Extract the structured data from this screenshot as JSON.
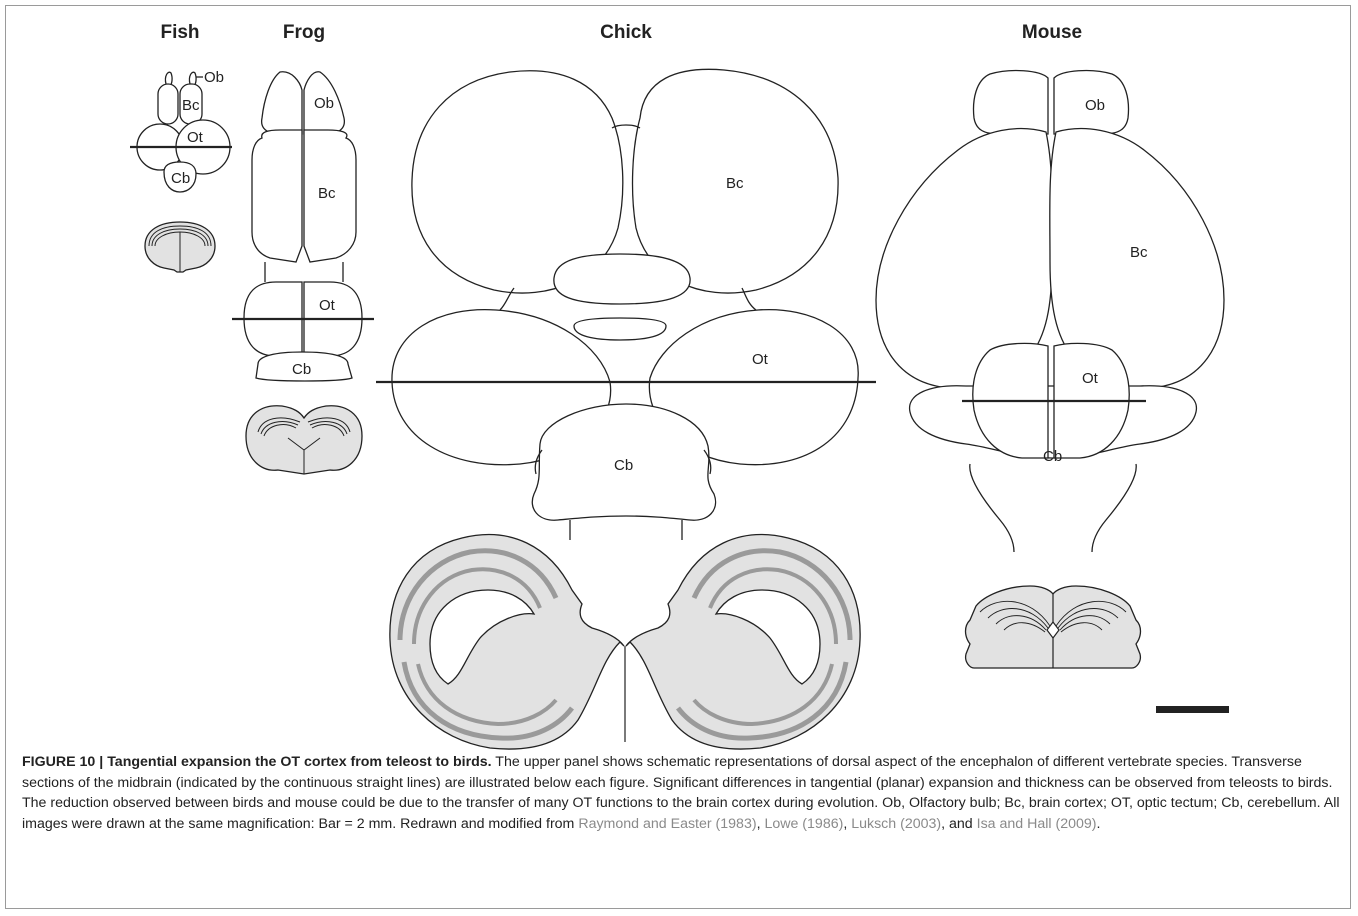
{
  "species": {
    "fish": "Fish",
    "frog": "Frog",
    "chick": "Chick",
    "mouse": "Mouse"
  },
  "labels": {
    "ob": "Ob",
    "bc": "Bc",
    "ot": "Ot",
    "cb": "Cb"
  },
  "caption": {
    "figure_label": "FIGURE 10 | ",
    "title": "Tangential expansion the OT cortex from teleost to birds.",
    "body": " The upper panel shows schematic representations of dorsal aspect of the encephalon of different vertebrate species. Transverse sections of the midbrain (indicated by the continuous straight lines) are illustrated below each figure. Significant differences in tangential (planar) expansion and thickness can be observed from teleosts to birds. The reduction observed between birds and mouse could be due to the transfer of many OT functions to the brain cortex during evolution. Ob, Olfactory bulb; Bc, brain cortex; OT, optic tectum; Cb, cerebellum. All images were drawn at the same magnification: Bar = 2 mm. Redrawn and modified from ",
    "ref1": "Raymond and Easter (1983)",
    "sep1": ", ",
    "ref2": "Lowe (1986)",
    "sep2": ", ",
    "ref3": "Luksch (2003)",
    "sep3": ", and ",
    "ref4": "Isa and Hall (2009)",
    "end": "."
  },
  "colors": {
    "outline": "#222222",
    "section_fill": "#e2e2e2",
    "layer_gray": "#9a9a9a",
    "ref_gray": "#8a8a8a"
  }
}
